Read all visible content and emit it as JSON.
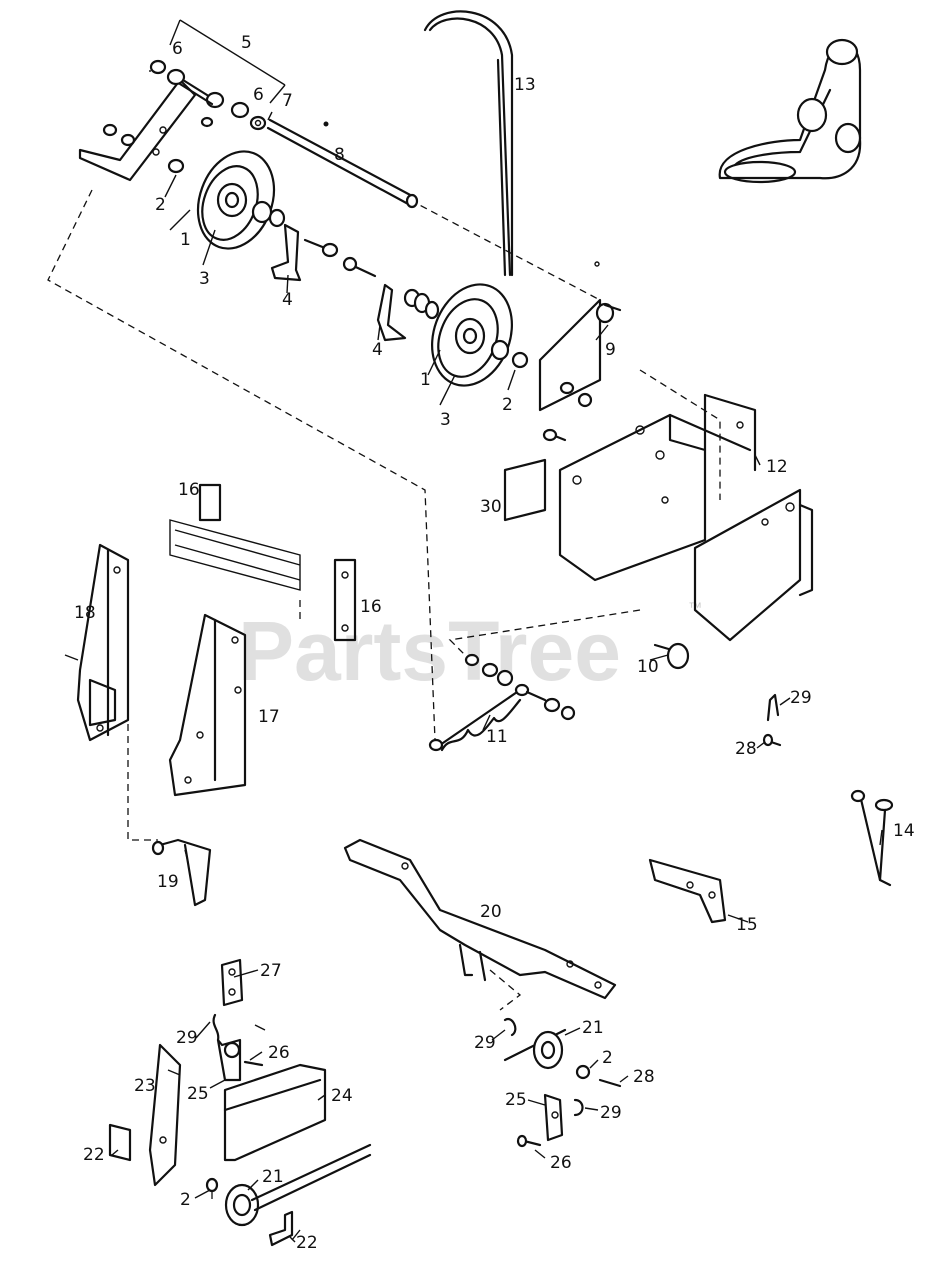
{
  "watermark": {
    "text": "PartsTree",
    "tm": "™"
  },
  "callouts": {
    "c1a": "1",
    "c1b": "1",
    "c2a": "2",
    "c2b": "2",
    "c2c": "2",
    "c2d": "2",
    "c3a": "3",
    "c3b": "3",
    "c4a": "4",
    "c4b": "4",
    "c5": "5",
    "c6a": "6",
    "c6b": "6",
    "c7": "7",
    "c8": "8",
    "c9": "9",
    "c10": "10",
    "c11": "11",
    "c12": "12",
    "c13": "13",
    "c14": "14",
    "c15": "15",
    "c16a": "16",
    "c16b": "16",
    "c17": "17",
    "c18": "18",
    "c19": "19",
    "c20": "20",
    "c21a": "21",
    "c21b": "21",
    "c22a": "22",
    "c22b": "22",
    "c23": "23",
    "c24": "24",
    "c25a": "25",
    "c25b": "25",
    "c26a": "26",
    "c26b": "26",
    "c27": "27",
    "c28a": "28",
    "c28b": "28",
    "c29a": "29",
    "c29b": "29",
    "c29c": "29",
    "c29d": "29",
    "c30": "30"
  }
}
